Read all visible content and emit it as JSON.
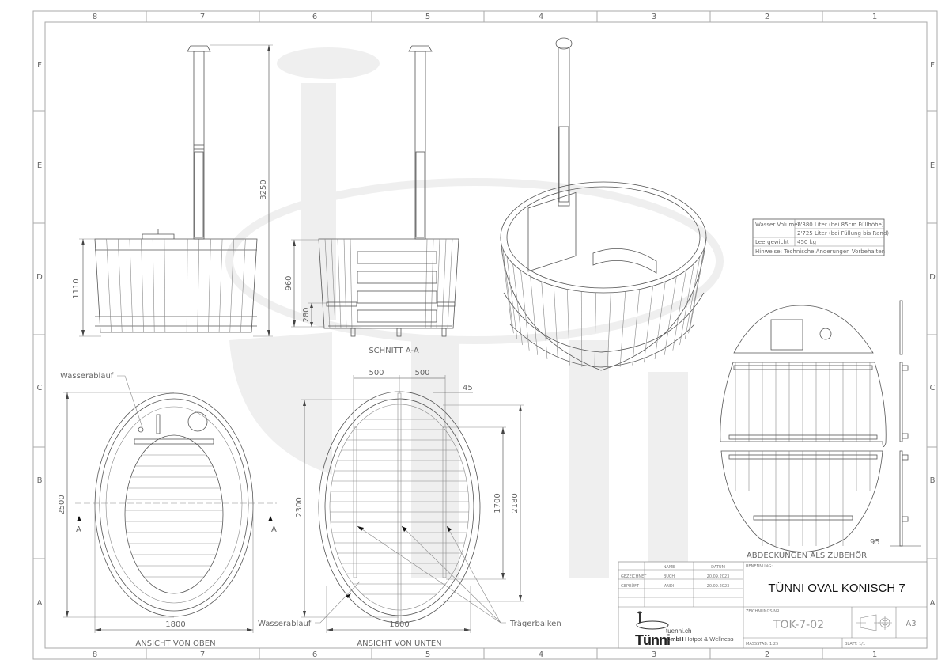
{
  "frame": {
    "columns": [
      "8",
      "7",
      "6",
      "5",
      "4",
      "3",
      "2",
      "1"
    ],
    "rows": [
      "F",
      "E",
      "D",
      "C",
      "B",
      "A"
    ]
  },
  "views": {
    "side": {
      "dim_height_total": "3250",
      "dim_height_tub": "1110"
    },
    "section": {
      "label": "SCHNITT A-A",
      "dim_height": "960",
      "dim_bench": "280"
    },
    "top": {
      "label": "ANSICHT VON OBEN",
      "dim_length": "2500",
      "dim_width": "1800",
      "drain_label": "Wasserablauf",
      "section_marker": "A"
    },
    "bottom": {
      "label": "ANSICHT VON UNTEN",
      "dim_left": "500",
      "dim_right": "500",
      "dim_beam": "45",
      "dim_length": "2300",
      "dim_beam_length": "1700",
      "dim_inner_length": "2180",
      "dim_width": "1600",
      "drain_label": "Wasserablauf",
      "beam_label": "Trägerbalken"
    },
    "covers": {
      "label": "ABDECKUNGEN ALS ZUBEHÖR",
      "dim_thickness": "95"
    }
  },
  "info_table": {
    "volume_label": "Wasser Volumen",
    "volume_1": "2'380 Liter (bei 85cm Füllhöhe)",
    "volume_2": "2'725 Liter (bei Füllung bis Rand)",
    "weight_label": "Leergewicht",
    "weight_value": "450 kg",
    "note": "Hinweise: Technische Änderungen Vorbehalten"
  },
  "title_block": {
    "col_name": "NAME",
    "col_date": "DATUM",
    "drawn_label": "GEZEICHNET",
    "drawn_name": "BUCH",
    "drawn_date": "20.09.2023",
    "checked_label": "GEPRÜFT",
    "checked_name": "ANDI",
    "checked_date": "20.09.2023",
    "designation_label": "BENENNUNG:",
    "designation": "TÜNNI OVAL KONISCH  7",
    "drawing_no_label": "ZEICHNUNGS-NR.",
    "drawing_no": "TOK-7-02",
    "format": "A3",
    "scale": "MASSSTAB: 1:25",
    "sheet": "BLATT: 1/1",
    "logo_text": "Tünni",
    "company_site": "tuenni.ch",
    "company_name": "GmbH",
    "company_tagline": "Hotpot & Wellness"
  }
}
